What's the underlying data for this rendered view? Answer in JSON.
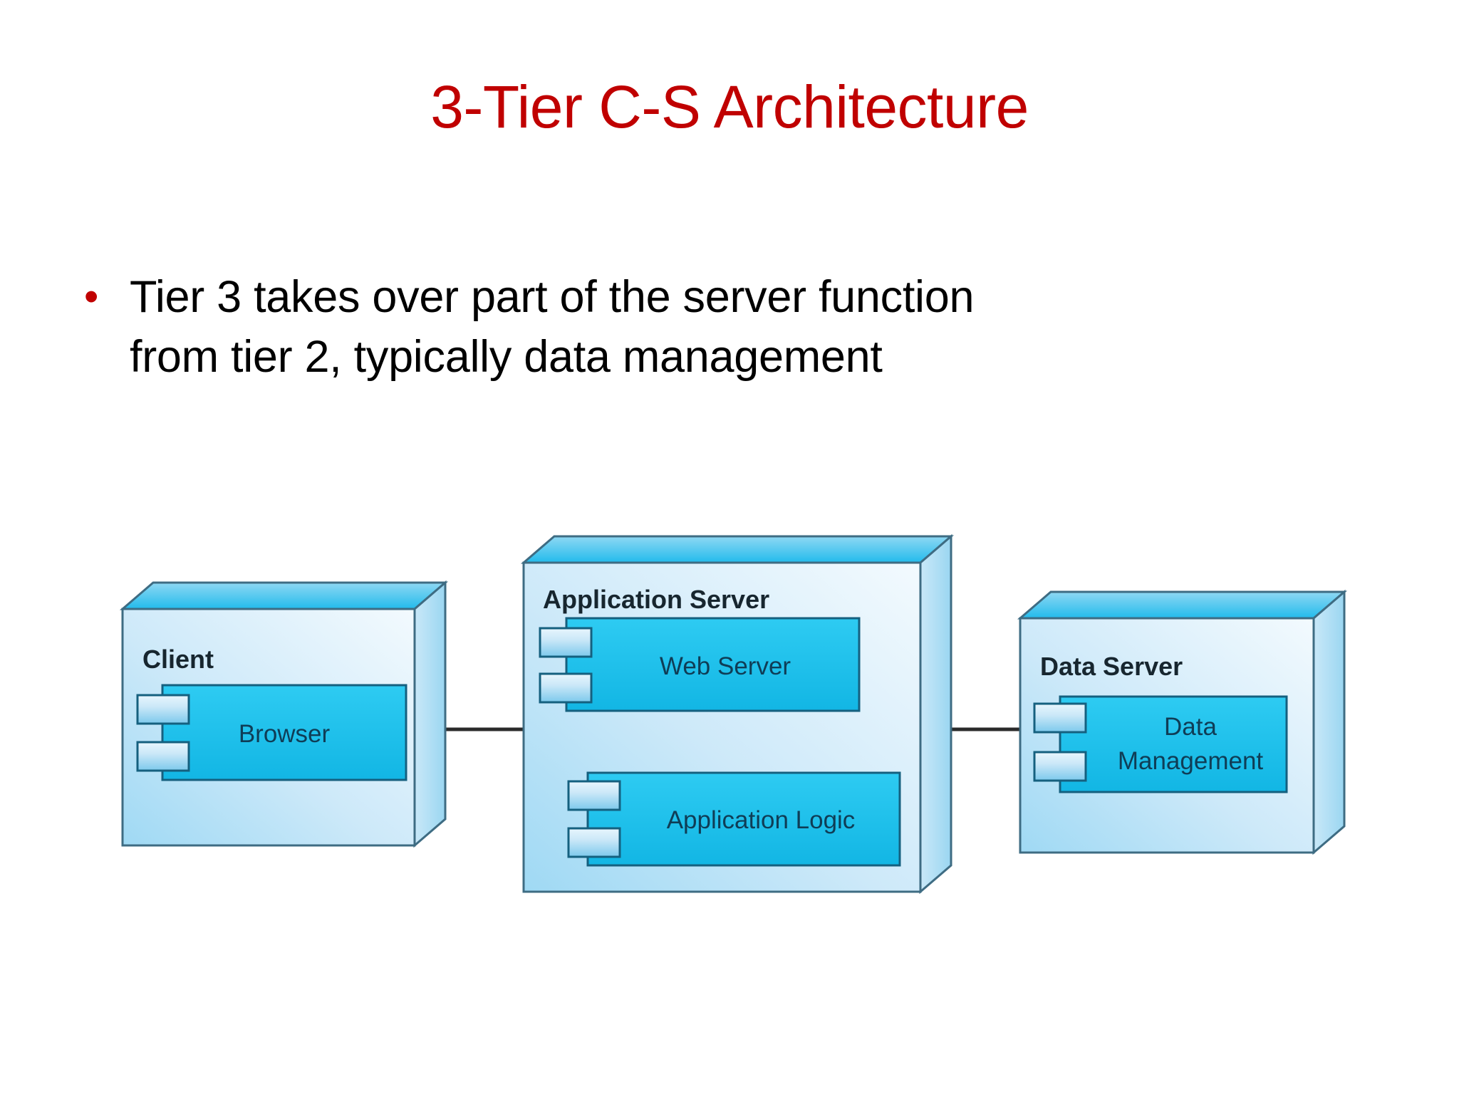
{
  "slide": {
    "title": "3-Tier C-S Architecture",
    "title_color": "#C00000",
    "background_color": "#FFFFFF",
    "body_text_color": "#000000"
  },
  "body": {
    "bullets": [
      {
        "marker": "•",
        "marker_color": "#C00000",
        "lines": [
          "Tier 3 takes over part of the server function",
          "from tier 2, typically data management"
        ],
        "text": "Tier 3 takes over part of the server function from tier 2, typically data management"
      }
    ]
  },
  "diagram": {
    "type": "uml-deployment-diagram",
    "colors": {
      "node_fill_light": "#DCEEF9",
      "node_fill_mid": "#A7DCF5",
      "node_top_face": "#2CBCEC",
      "node_side_face": "#BCE4F7",
      "component_fill": "#22C0EE",
      "component_stroke": "#15607F",
      "node_stroke": "#3E6C83",
      "tab_fill_top": "#CFE8F8",
      "tab_fill_bottom": "#7FCBEE",
      "connector": "#2B2B2B",
      "label_dark": "#1A2B34",
      "component_label": "#123C55"
    },
    "nodes": [
      {
        "id": "client",
        "label": "Client",
        "components": [
          {
            "id": "browser",
            "label": "Browser",
            "lines": [
              "Browser"
            ]
          }
        ]
      },
      {
        "id": "application-server",
        "label": "Application Server",
        "components": [
          {
            "id": "web-server",
            "label": "Web Server",
            "lines": [
              "Web Server"
            ]
          },
          {
            "id": "application-logic",
            "label": "Application Logic",
            "lines": [
              "Application Logic"
            ]
          }
        ]
      },
      {
        "id": "data-server",
        "label": "Data Server",
        "components": [
          {
            "id": "data-management",
            "label": "Data Management",
            "lines": [
              "Data",
              "Management"
            ]
          }
        ]
      }
    ],
    "connections": [
      {
        "id": "client-to-application-server",
        "from": "client",
        "to": "application-server"
      },
      {
        "id": "application-server-to-data-server",
        "from": "application-server",
        "to": "data-server"
      }
    ]
  }
}
